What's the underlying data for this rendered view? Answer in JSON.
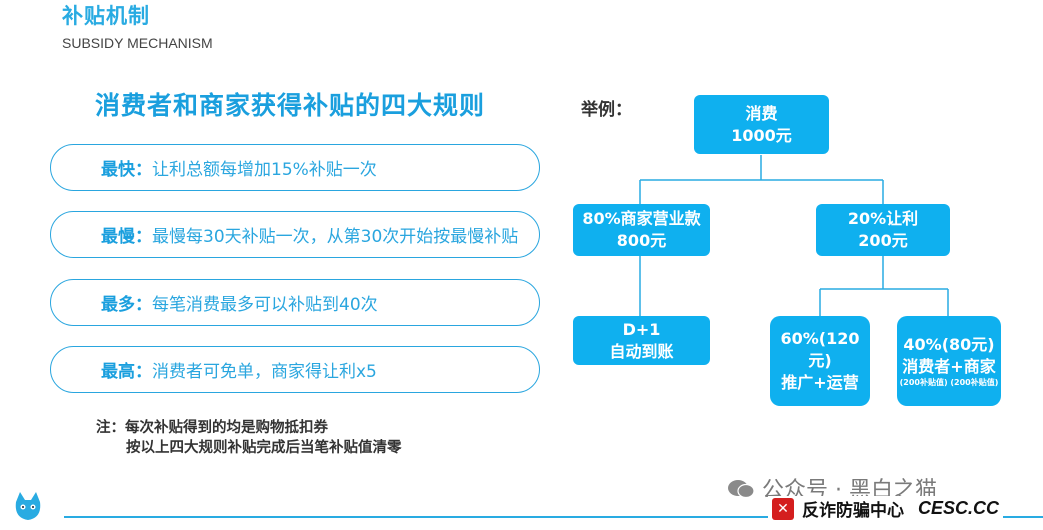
{
  "header": {
    "title_cn": "补贴机制",
    "title_en": "SUBSIDY MECHANISM"
  },
  "headline": "消费者和商家获得补贴的四大规则",
  "rules": [
    {
      "key": "最快：",
      "text": "让利总额每增加15%补贴一次"
    },
    {
      "key": "最慢：",
      "text": "最慢每30天补贴一次，从第30次开始按最慢补贴"
    },
    {
      "key": "最多：",
      "text": "每笔消费最多可以补贴到40次"
    },
    {
      "key": "最高：",
      "text": "消费者可免单，商家得让利x5"
    }
  ],
  "note": {
    "line1": "注：每次补贴得到的均是购物抵扣券",
    "line2": "按以上四大规则补贴完成后当笔补贴值清零"
  },
  "example": {
    "label": "举例：",
    "root": {
      "line1": "消费",
      "line2": "1000元"
    },
    "left": {
      "line1": "80%商家营业款",
      "line2": "800元"
    },
    "right": {
      "line1": "20%让利",
      "line2": "200元"
    },
    "left_child": {
      "line1": "D+1",
      "line2": "自动到账"
    },
    "right_child_a": {
      "line1": "60%(120元)",
      "line2": "推广+运营"
    },
    "right_child_b": {
      "line1": "40%(80元)",
      "line2": "消费者+商家",
      "line3": "(200补贴值) (200补贴值)"
    }
  },
  "footer": {
    "watermark": "公众号 · 黑白之猫",
    "brand_cn": "反诈防骗中心",
    "brand_en": "CESC.CC"
  },
  "colors": {
    "accent": "#29abe2",
    "box": "#0fb0ef",
    "brand_red": "#d41e1e"
  }
}
